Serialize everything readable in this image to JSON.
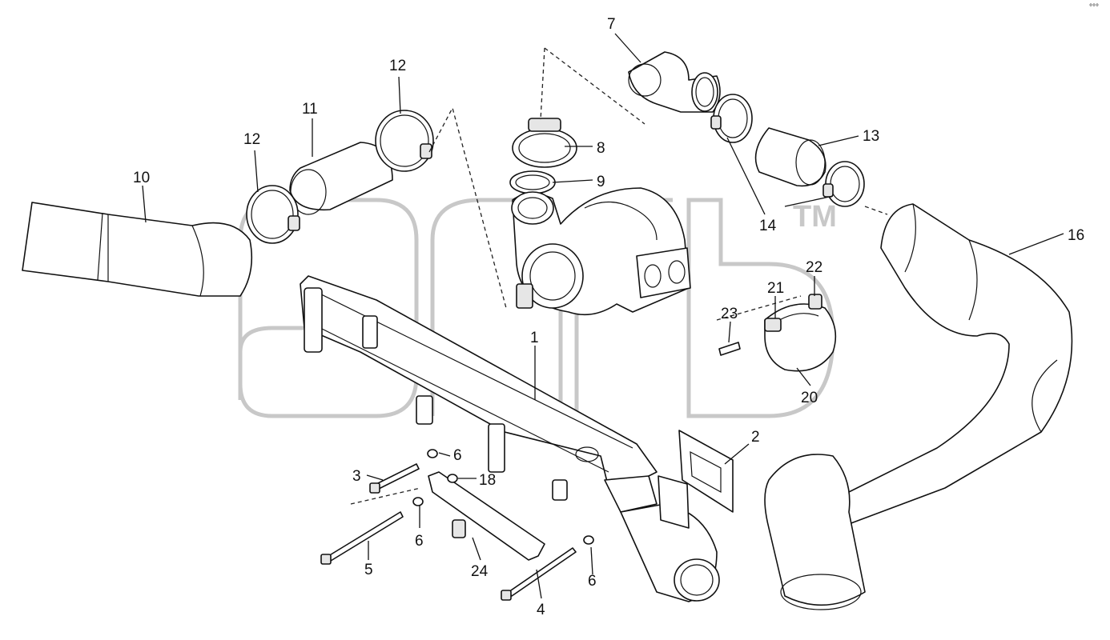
{
  "diagram": {
    "watermark_text": "TM",
    "corner_mark": "°°°",
    "callouts": {
      "c1": "1",
      "c2": "2",
      "c3": "3",
      "c4": "4",
      "c5": "5",
      "c6a": "6",
      "c6b": "6",
      "c6c": "6",
      "c7": "7",
      "c8": "8",
      "c9": "9",
      "c10": "10",
      "c11": "11",
      "c12a": "12",
      "c12b": "12",
      "c13": "13",
      "c14": "14",
      "c16": "16",
      "c18": "18",
      "c20": "20",
      "c21": "21",
      "c22": "22",
      "c23": "23",
      "c24": "24"
    }
  }
}
